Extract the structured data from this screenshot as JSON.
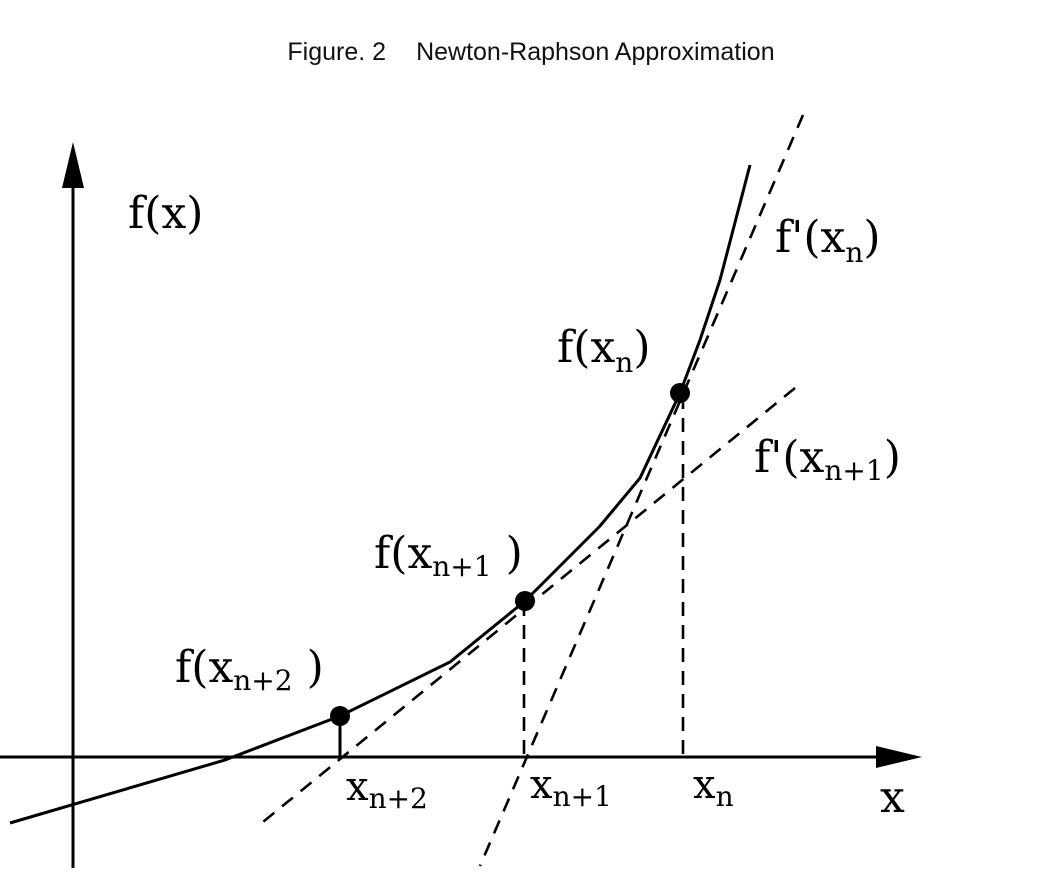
{
  "figure": {
    "caption_number": "Figure. 2",
    "caption_title": "Newton-Raphson Approximation"
  },
  "labels": {
    "y_axis": "f(x)",
    "x_axis": "x",
    "tangent_n": {
      "main": "f'(x",
      "sub": "n",
      "close": ")"
    },
    "tangent_n1": {
      "main": "f'(x",
      "sub": "n+1",
      "close": ")"
    },
    "point_n": {
      "main": "f(x",
      "sub": "n",
      "close": ")"
    },
    "point_n1": {
      "main": "f(x",
      "sub": "n+1",
      "close": " )"
    },
    "point_n2": {
      "main": "f(x",
      "sub": "n+2",
      "close": " )"
    },
    "tick_n": {
      "main": "x",
      "sub": "n"
    },
    "tick_n1": {
      "main": "x",
      "sub": "n+1"
    },
    "tick_n2": {
      "main": "x",
      "sub": "n+2"
    }
  }
}
